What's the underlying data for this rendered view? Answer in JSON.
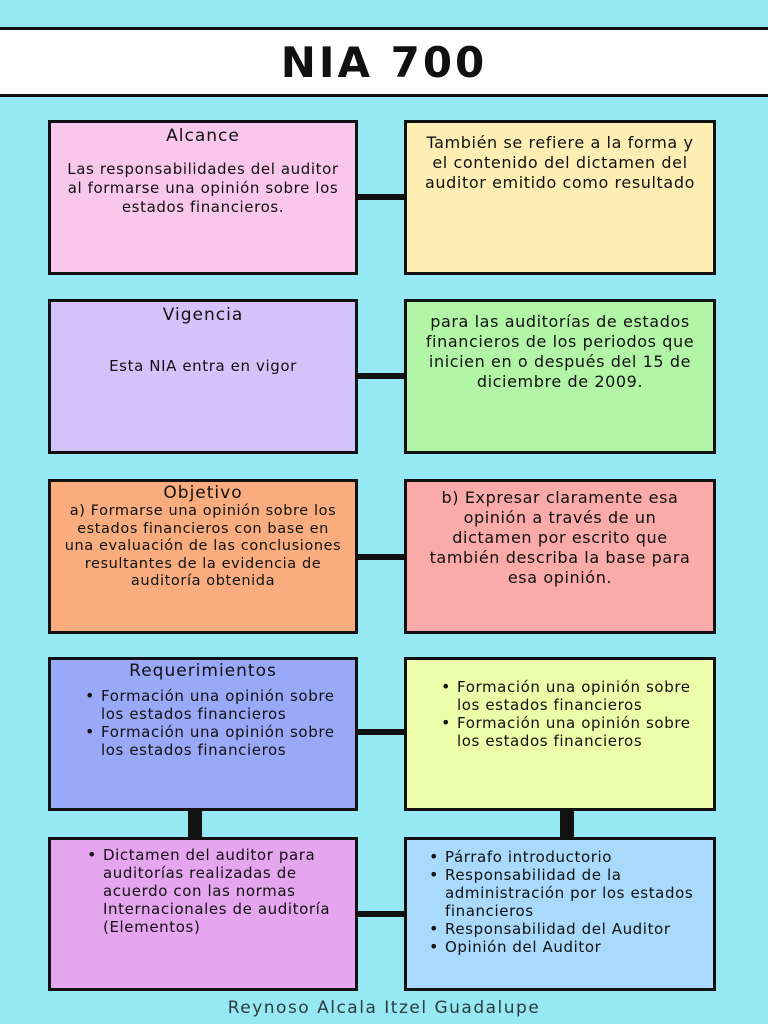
{
  "title": "NIA 700",
  "rows": [
    {
      "left_heading": "Alcance",
      "left_text": "Las responsabilidades del auditor al formarse una opinión sobre los estados financieros.",
      "right_text": "También se refiere a la forma y el contenido del dictamen del auditor emitido como resultado"
    },
    {
      "left_heading": "Vigencia",
      "left_text": "Esta NIA entra en vigor",
      "right_text": "para las auditorías de estados financieros de los periodos que inicien en o después del 15 de diciembre de 2009."
    },
    {
      "left_heading": "Objetivo",
      "left_text": "a) Formarse una opinión sobre los estados financieros con base en una evaluación de las conclusiones resultantes de la evidencia de auditoría obtenida",
      "right_text": "b) Expresar claramente esa opinión a través de un dictamen por escrito que también describa la base para esa opinión."
    }
  ],
  "requerimientos": {
    "heading": "Requerimientos",
    "left_items": [
      "Formación una opinión sobre los estados financieros",
      "Formación una opinión sobre los estados financieros"
    ],
    "right_items": [
      "Formación una opinión sobre los estados financieros",
      "Formación una opinión sobre los estados financieros"
    ]
  },
  "dictamen": {
    "left_items": [
      "Dictamen del auditor para auditorías realizadas de acuerdo con las normas Internacionales de auditoría (Elementos)"
    ],
    "right_items": [
      "Párrafo introductorio",
      "Responsabilidad de la administración por los estados financieros",
      "Responsabilidad del Auditor",
      "Opinión del Auditor"
    ]
  },
  "footer": "Reynoso Alcala Itzel Guadalupe",
  "colors": {
    "background": "#96e8f2",
    "alcance": "#f9c6ec",
    "alcance_right": "#fdeeb4",
    "vigencia": "#d4c2fb",
    "vigencia_right": "#b3f5a6",
    "objetivo": "#f9ad7e",
    "objetivo_right": "#f9aaa9",
    "requerimientos": "#9aa8f8",
    "requerimientos_right": "#ecfca8",
    "dictamen": "#e5a6ef",
    "dictamen_right": "#a9d9fb"
  }
}
